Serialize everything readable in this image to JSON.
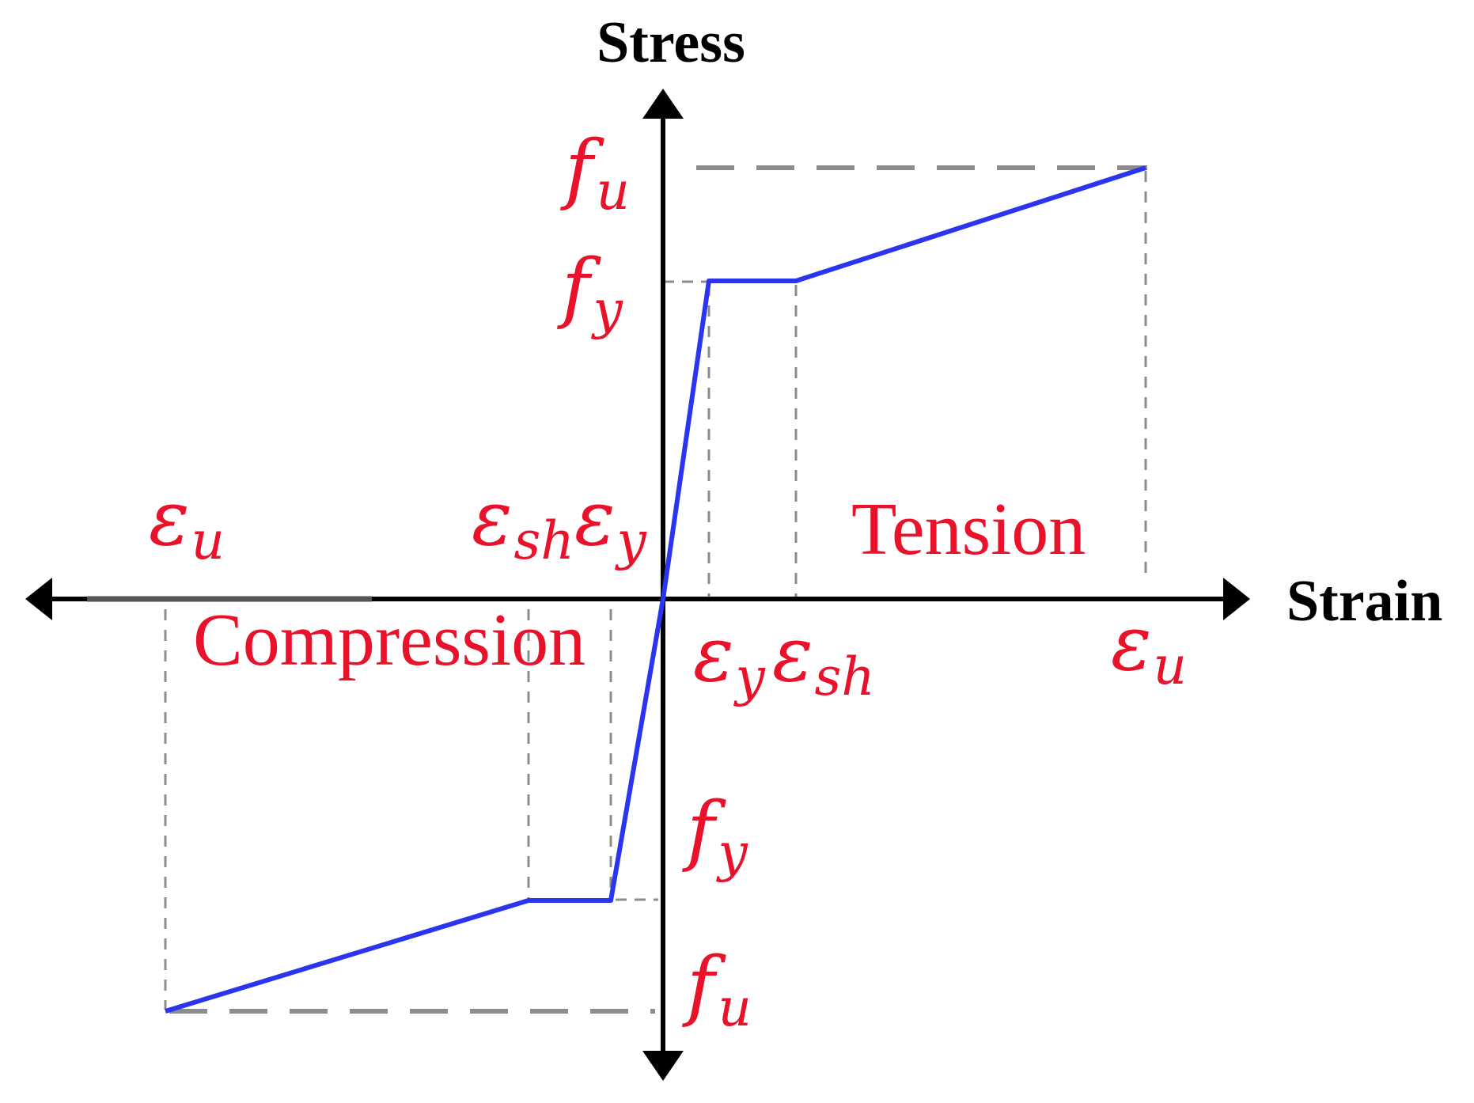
{
  "axes": {
    "x_label": "Strain",
    "y_label": "Stress"
  },
  "regions": {
    "tension": "Tension",
    "compression": "Compression"
  },
  "symbols": {
    "fu_pos": {
      "base": "f",
      "sub": "u"
    },
    "fy_pos": {
      "base": "f",
      "sub": "y"
    },
    "fy_neg": {
      "base": "f",
      "sub": "y"
    },
    "fu_neg": {
      "base": "f",
      "sub": "u"
    },
    "eps_u_neg": {
      "base": "ε",
      "sub": "u"
    },
    "eps_sh_neg": {
      "base": "ε",
      "sub": "sh"
    },
    "eps_y_neg": {
      "base": "ε",
      "sub": "y"
    },
    "eps_y_pos": {
      "base": "ε",
      "sub": "y"
    },
    "eps_sh_pos": {
      "base": "ε",
      "sub": "sh"
    },
    "eps_u_pos": {
      "base": "ε",
      "sub": "u"
    }
  },
  "colors": {
    "curve": "#2b35f0",
    "labels": "#e8122b",
    "axes": "#000000",
    "guides": "#8c8c8c"
  }
}
